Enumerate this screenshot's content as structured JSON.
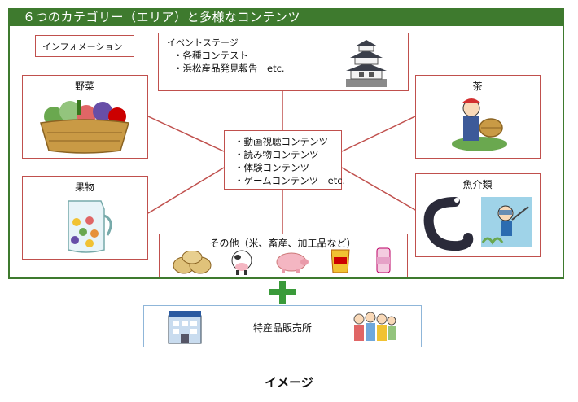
{
  "title": "６つのカテゴリー（エリア）と多様なコンテンツ",
  "info_label": "インフォメーション",
  "event": {
    "title": "イベントステージ",
    "item1": "・各種コンテスト",
    "item2": "・浜松産品発見報告　etc."
  },
  "vegetables": "野菜",
  "fruits": "果物",
  "tea": "茶",
  "seafood": "魚介類",
  "others": "その他（米、畜産、加工品など）",
  "center": {
    "line1": "・動画視聴コンテンツ",
    "line2": "・読み物コンテンツ",
    "line3": "・体験コンテンツ",
    "line4": "・ゲームコンテンツ　etc."
  },
  "shop": "特産品販売所",
  "caption": "イメージ",
  "colors": {
    "green": "#3e7a2e",
    "red_border": "#c0504d",
    "blue_border": "#8fb6d9",
    "plus": "#3a9a3a"
  }
}
